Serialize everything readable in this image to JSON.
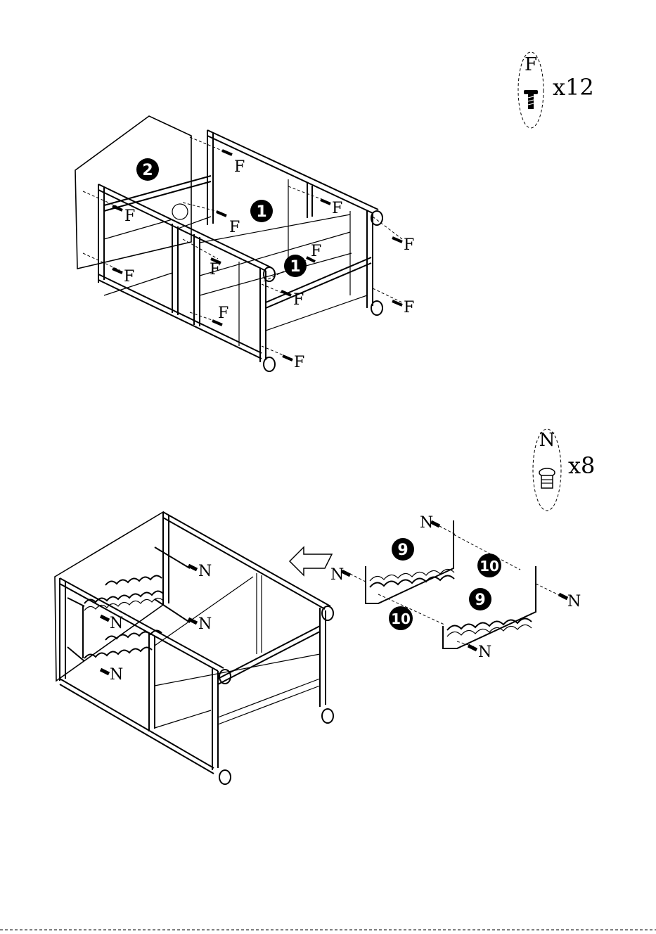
{
  "step1": {
    "hardware": {
      "letter": "F",
      "quantity": "x12"
    },
    "parts": [
      "2",
      "1",
      "1"
    ],
    "screw_labels": [
      "F",
      "F",
      "F",
      "F",
      "F",
      "F",
      "F",
      "F",
      "F",
      "F",
      "F",
      "F"
    ]
  },
  "step2": {
    "hardware": {
      "letter": "N",
      "quantity": "x8"
    },
    "parts": [
      "9",
      "10",
      "9",
      "10"
    ],
    "screw_labels": [
      "N",
      "N",
      "N",
      "N",
      "N",
      "N",
      "N",
      "N"
    ]
  }
}
